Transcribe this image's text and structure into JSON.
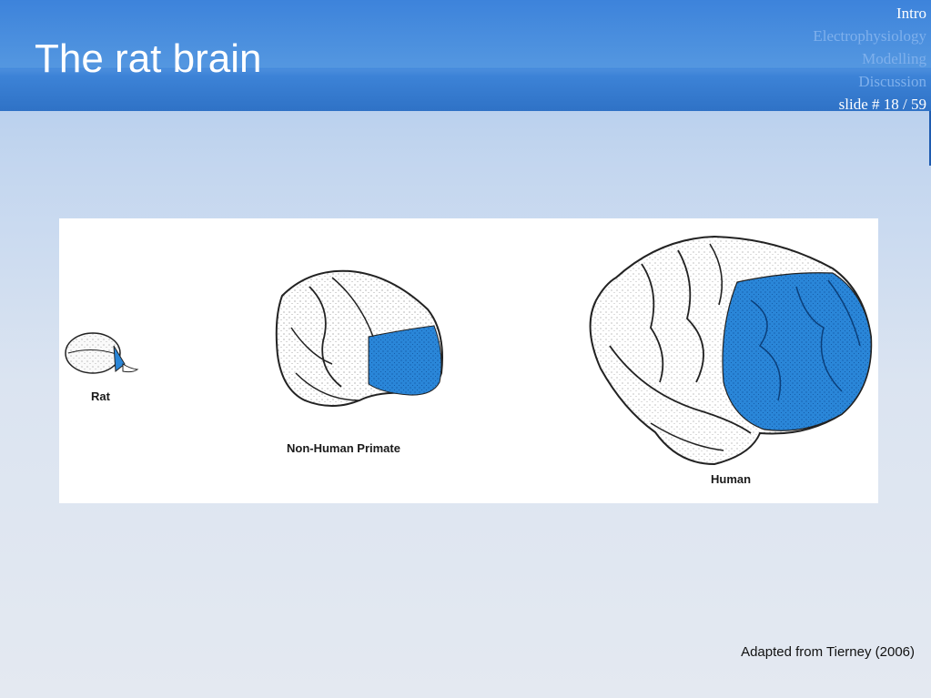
{
  "slide": {
    "title": "The rat brain",
    "nav": {
      "items": [
        {
          "label": "Intro",
          "active": true
        },
        {
          "label": "Electrophysiology",
          "active": false
        },
        {
          "label": "Modelling",
          "active": false
        },
        {
          "label": "Discussion",
          "active": false
        }
      ],
      "slide_counter": "slide # 18 / 59"
    },
    "figure": {
      "labels": {
        "rat": "Rat",
        "primate": "Non-Human Primate",
        "human": "Human"
      },
      "highlight_color": "#2a86d8"
    },
    "caption": "Adapted from Tierney (2006)"
  }
}
